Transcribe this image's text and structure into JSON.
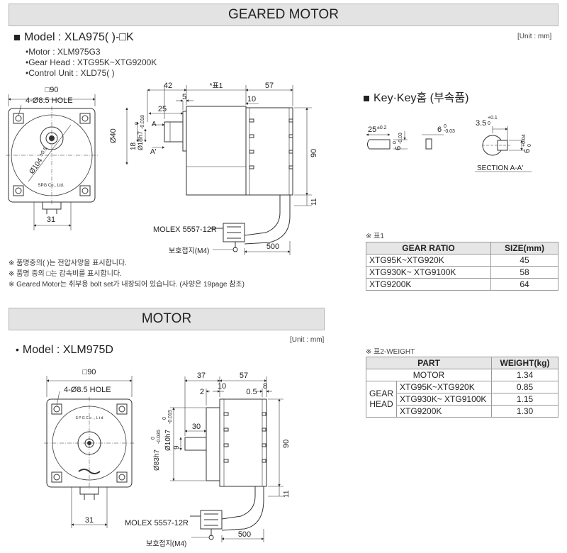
{
  "banners": {
    "geared": "GEARED MOTOR",
    "motor": "MOTOR"
  },
  "geared": {
    "model": "Model : XLA975( )-□K",
    "unit": "[Unit : mm]",
    "specs": [
      "•Motor : XLM975G3",
      "•Gear Head : XTG95K~XTG9200K",
      "•Control Unit : XLD75( )"
    ],
    "front": {
      "square": "□90",
      "holes": "4-Ø8.5 HOLE",
      "circle": "Ø104",
      "circle_tol": "±0.5",
      "maker": "SPG Co., Ltd.",
      "width": "31"
    },
    "side": {
      "d42": "42",
      "d5": "5",
      "table_ref": "*표1",
      "d57": "57",
      "d10": "10",
      "d25": "25",
      "a1": "A",
      "a2": "A'",
      "dia40": "Ø40",
      "d18": "18",
      "shaft": "Ø18h7",
      "shaft_tol_u": "0",
      "shaft_tol_l": "-0.018",
      "d90": "90",
      "d11": "11",
      "molex": "MOLEX 5557-12R",
      "ground": "보호접지(M4)",
      "d500": "500"
    },
    "notes": [
      "※ 품명중의( )는 전압사양을 표시합니다.",
      "※ 품명 중의 □는 감속비를 표시합니다.",
      "※ Geared Motor는 취부용 bolt set가 내장되어 있습니다. (사양은 19page 참조)"
    ]
  },
  "key": {
    "title": "Key·Key홈 (부속품)",
    "len": "25",
    "len_tol": "±0.2",
    "w": "6",
    "w_tol_u": "0",
    "w_tol_l": "-0.03",
    "w2": "6",
    "w2_tol_u": "0",
    "w2_tol_l": "-0.03",
    "depth": "3.5",
    "depth_tol_u": "+0.1",
    "depth_tol_l": "0",
    "w3": "6",
    "w3_tol_u": "+0.04",
    "w3_tol_l": "0",
    "section": "SECTION A-A'"
  },
  "table1": {
    "label": "※ 표1",
    "headers": [
      "GEAR RATIO",
      "SIZE(mm)"
    ],
    "rows": [
      {
        "ratio": "XTG95K~XTG920K",
        "size": "45"
      },
      {
        "ratio": "XTG930K~ XTG9100K",
        "size": "58"
      },
      {
        "ratio": "XTG9200K",
        "size": "64"
      }
    ]
  },
  "table2": {
    "label": "※ 표2-WEIGHT",
    "headers": [
      "PART",
      "WEIGHT(kg)"
    ],
    "motor_part": "MOTOR",
    "motor_weight": "1.34",
    "gear_label_1": "GEAR",
    "gear_label_2": "HEAD",
    "rows": [
      {
        "part": "XTG95K~XTG920K",
        "weight": "0.85"
      },
      {
        "part": "XTG930K~ XTG9100K",
        "weight": "1.15"
      },
      {
        "part": "XTG9200K",
        "weight": "1.30"
      }
    ]
  },
  "motor": {
    "model": "Model : XLM975D",
    "unit": "[Unit : mm]",
    "front": {
      "square": "□90",
      "holes": "4-Ø8.5 HOLE",
      "maker": "S P G  C o . , L t d",
      "width": "31"
    },
    "side": {
      "d37": "37",
      "d57": "57",
      "d2": "2",
      "d10": "10",
      "d05": "0.5",
      "d8": "8",
      "d30": "30",
      "d9": "9",
      "dia83": "Ø83h7",
      "dia83_tol_u": "0",
      "dia83_tol_l": "-0.035",
      "dia10": "Ø10h7",
      "dia10_tol_u": "0",
      "dia10_tol_l": "-0.015",
      "d90": "90",
      "d11": "11",
      "molex": "MOLEX 5557-12R",
      "ground": "보호접지(M4)",
      "d500": "500"
    }
  }
}
